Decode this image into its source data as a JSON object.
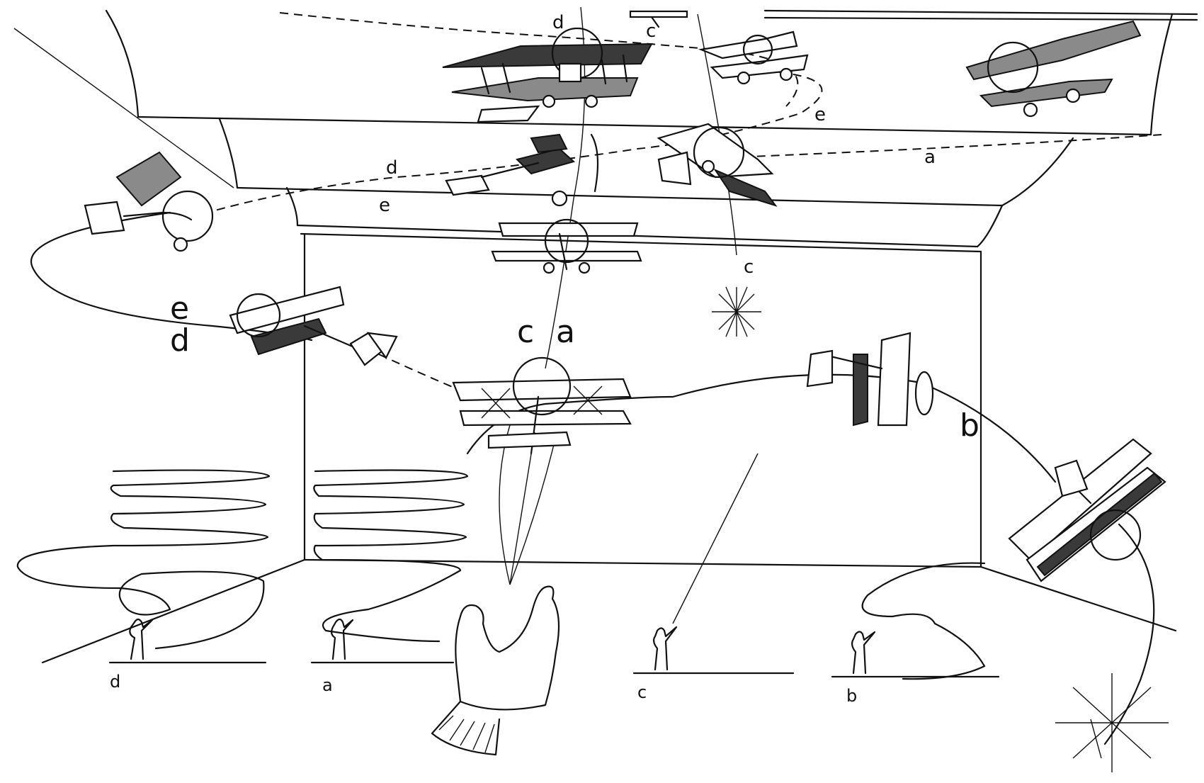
{
  "figure": {
    "labels": {
      "top_d": "d",
      "top_c": "c",
      "upper_e": "e",
      "upper_a": "a",
      "left_d": "d",
      "left_e": "e",
      "c_near_star": "c",
      "mid_e": "e",
      "mid_d": "d",
      "center_c": "c",
      "center_a": "a",
      "right_b": "b"
    },
    "ground_labels": {
      "d": "d",
      "a": "a",
      "c": "c",
      "b": "b"
    }
  }
}
